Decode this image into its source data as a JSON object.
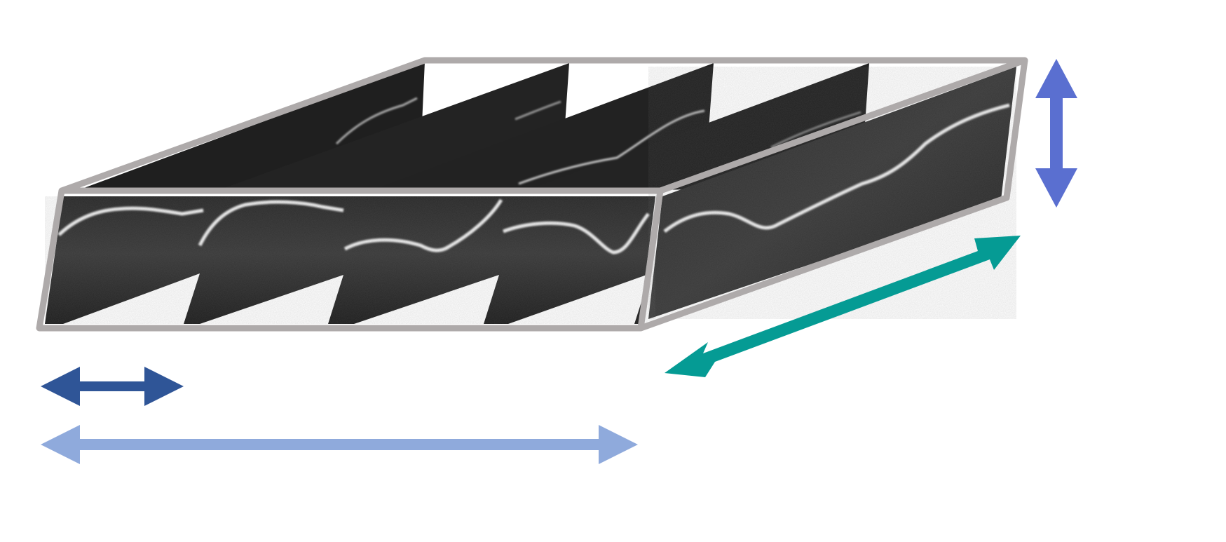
{
  "diagram": {
    "description_labels": [],
    "slices": [
      {
        "id": "back-slice-1",
        "tone": "dark"
      },
      {
        "id": "back-slice-2",
        "tone": "dark"
      },
      {
        "id": "back-slice-3",
        "tone": "dark"
      },
      {
        "id": "back-slice-4",
        "tone": "dark"
      },
      {
        "id": "front-slice-1",
        "tone": "dark"
      },
      {
        "id": "front-slice-2",
        "tone": "dark"
      },
      {
        "id": "front-slice-3",
        "tone": "dark"
      },
      {
        "id": "front-slice-4",
        "tone": "dark"
      },
      {
        "id": "side-slice",
        "tone": "dark"
      }
    ],
    "arrows": [
      {
        "id": "vertical-depth-arrow",
        "direction": "vertical"
      },
      {
        "id": "diagonal-slow-axis-arrow",
        "direction": "diagonal"
      },
      {
        "id": "short-horizontal-arrow",
        "direction": "horizontal"
      },
      {
        "id": "long-horizontal-arrow",
        "direction": "horizontal"
      }
    ]
  },
  "colors": {
    "frame": "#aeaaaa",
    "slice_dark": "#262626",
    "tissue_bright": "#f2f2f2",
    "arrow_vertical": "#5a6fd0",
    "arrow_diagonal": "#059b94",
    "arrow_short": "#2f5597",
    "arrow_long": "#8faadc"
  }
}
